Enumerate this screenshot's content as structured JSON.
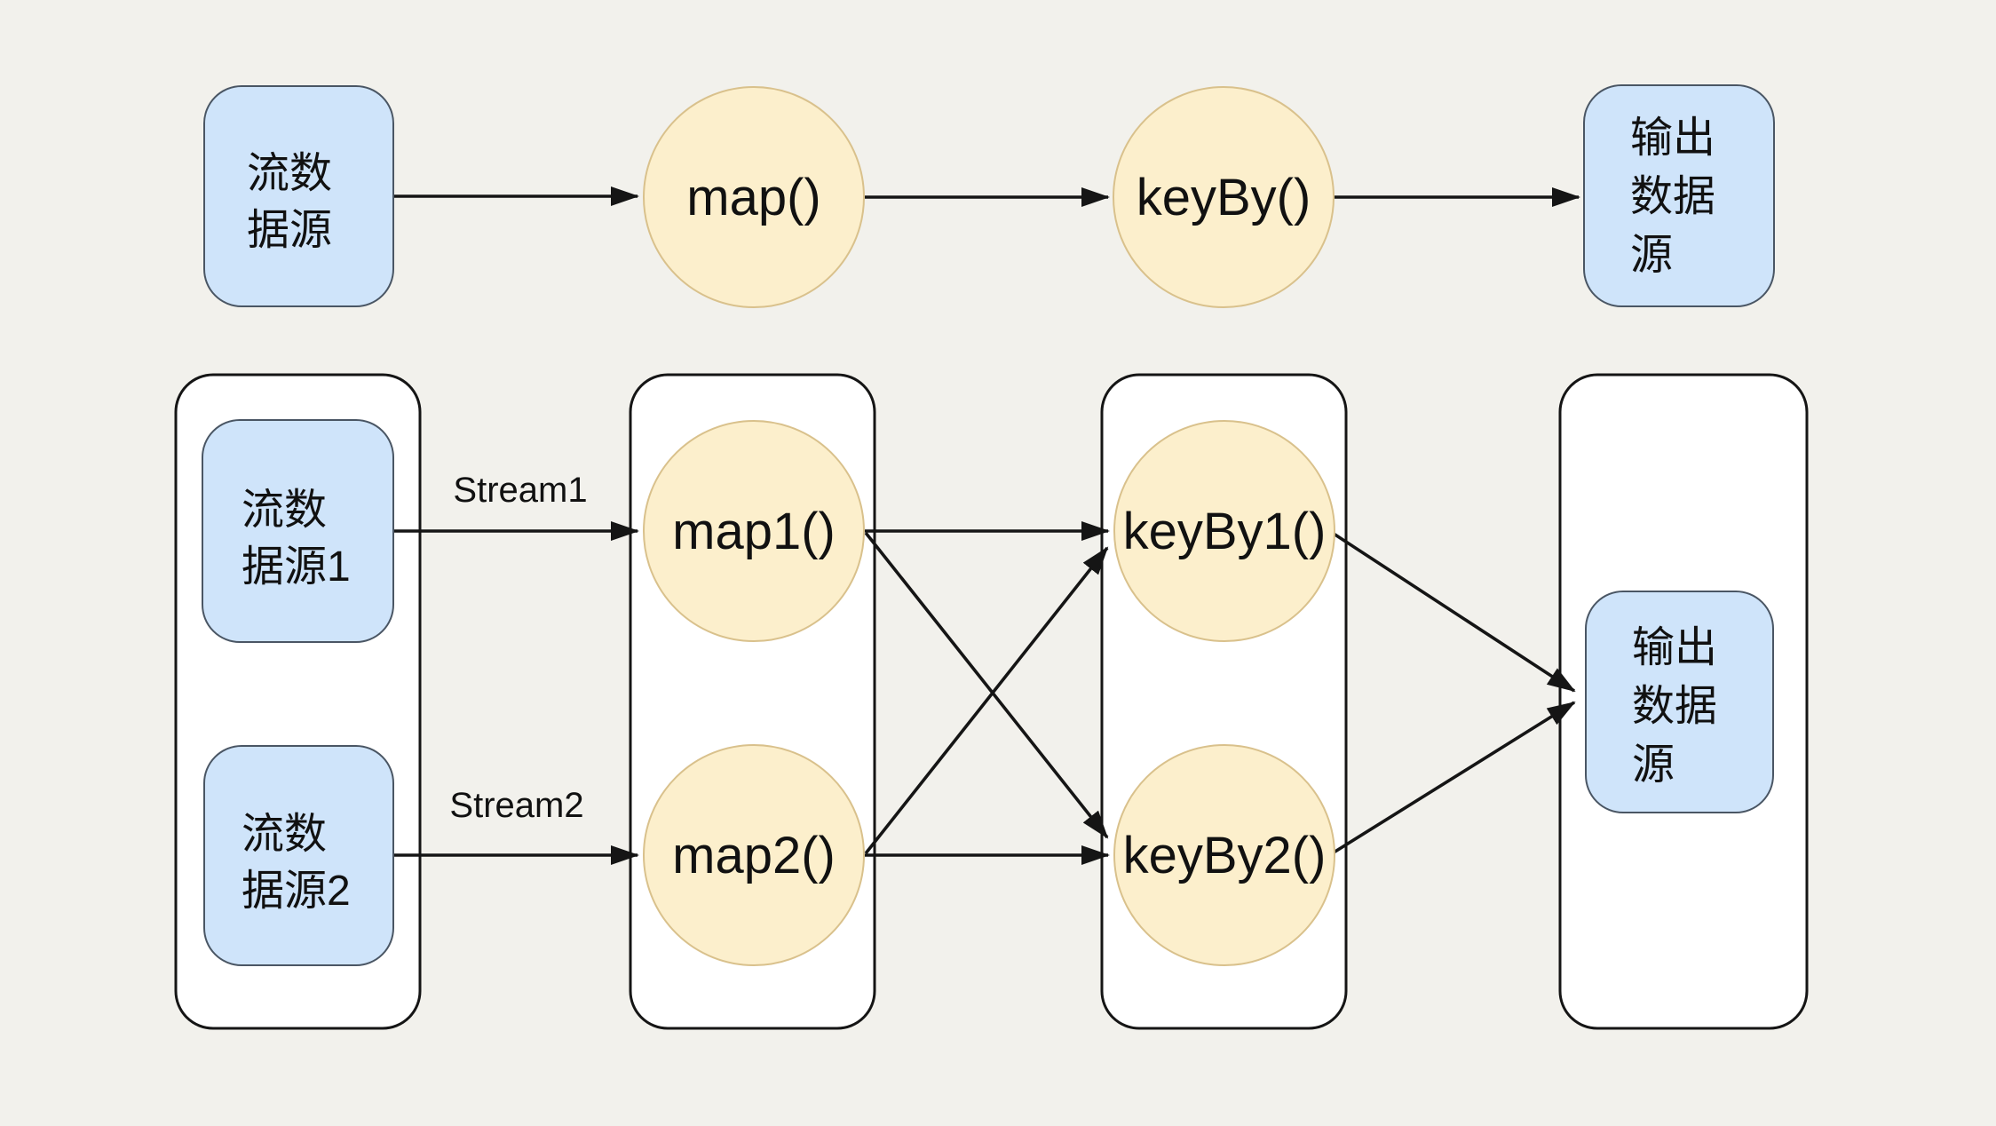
{
  "colors": {
    "background": "#F2F1EC",
    "container_fill": "#FFFFFF",
    "container_border": "#151515",
    "source_sink_fill": "#CFE4FA",
    "source_sink_border": "#4A5664",
    "operator_fill": "#FCEFCC",
    "operator_border": "#D9C18C",
    "arrow": "#151515",
    "text": "#111111"
  },
  "top_row": {
    "source": {
      "label": "流数据源",
      "line1": "流数",
      "line2": "据源"
    },
    "map_label": "map()",
    "keyby_label": "keyBy()",
    "sink": {
      "label": "输出数据源",
      "line1": "输出",
      "line2": "数据",
      "line3": "源"
    }
  },
  "bottom_row": {
    "stream1_label": "Stream1",
    "stream2_label": "Stream2",
    "source1": {
      "label": "流数据源1",
      "line1": "流数",
      "line2": "据源1"
    },
    "source2": {
      "label": "流数据源2",
      "line1": "流数",
      "line2": "据源2"
    },
    "map1_label": "map1()",
    "map2_label": "map2()",
    "keyby1_label": "keyBy1()",
    "keyby2_label": "keyBy2()",
    "sink": {
      "label": "输出数据源",
      "line1": "输出",
      "line2": "数据",
      "line3": "源"
    }
  }
}
